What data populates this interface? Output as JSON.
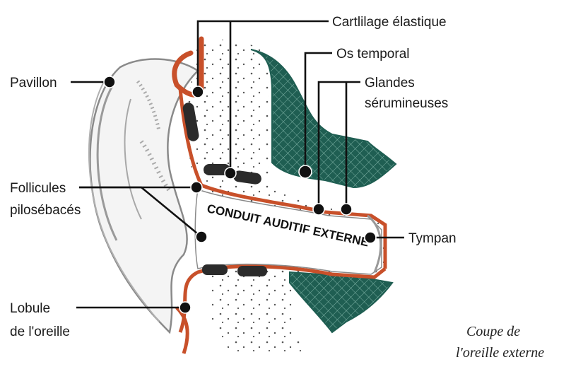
{
  "diagram": {
    "labels": {
      "cartilage": "Cartlilage élastique",
      "os_temporal": "Os temporal",
      "glandes_1": "Glandes",
      "glandes_2": "sérumineuses",
      "pavillon": "Pavillon",
      "follicules_1": "Follicules",
      "follicules_2": "pilosébacés",
      "tympan": "Tympan",
      "lobule_1": "Lobule",
      "lobule_2": "de l'oreille",
      "canal": "CONDUIT AUDITIF EXTERNE"
    },
    "caption": {
      "line1": "Coupe de",
      "line2": "l'oreille externe"
    },
    "colors": {
      "cartilage": "#c8502a",
      "bone": "#1f5e52",
      "skin_outline": "#8a8a8a",
      "leader": "#111111"
    }
  }
}
